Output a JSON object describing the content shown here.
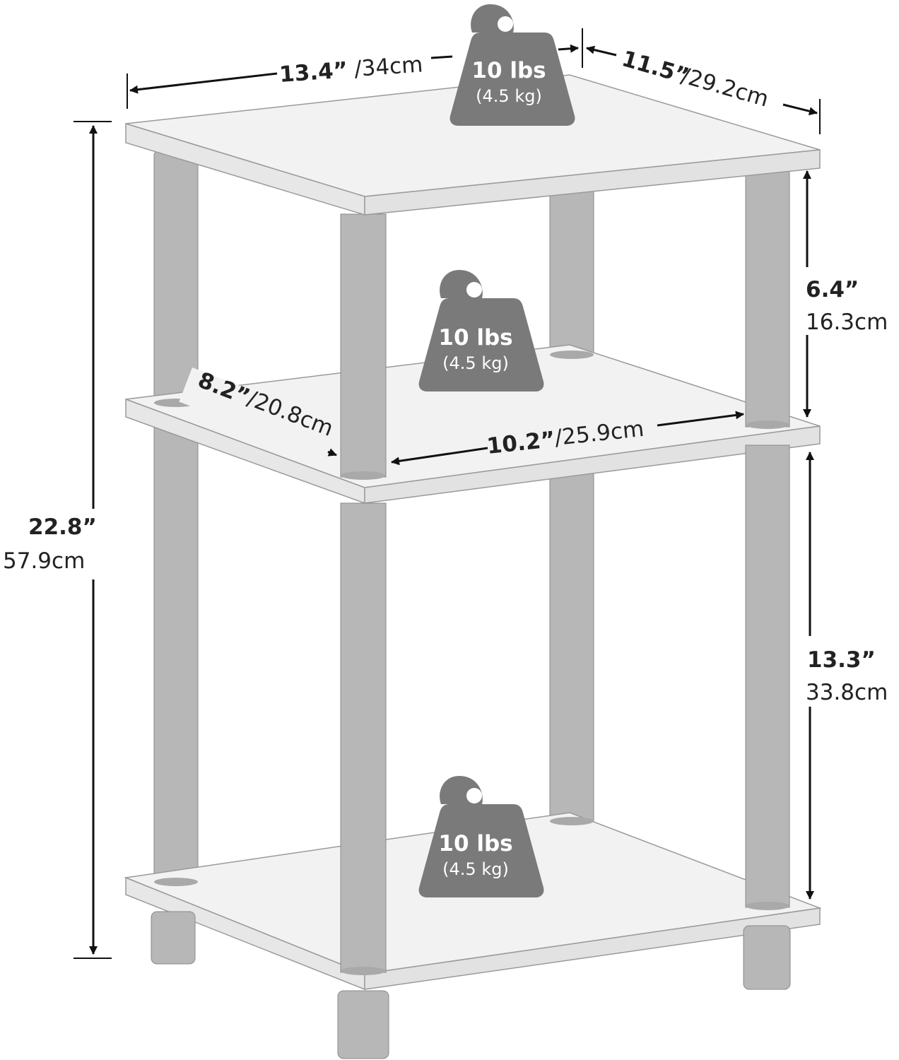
{
  "colors": {
    "shelf_top": "#f2f2f2",
    "shelf_edge": "#e7e7e7",
    "shelf_outline": "#9a9a9a",
    "post": "#b7b7b7",
    "post_outline": "#8a8a8a",
    "weight": "#7a7a7a",
    "line": "#111111"
  },
  "dimensions": {
    "width": {
      "inch": "13.4”",
      "cm": "/34cm"
    },
    "depth": {
      "inch": "11.5”",
      "cm": "/29.2cm"
    },
    "height_total": {
      "inch": "22.8”",
      "cm": "57.9cm"
    },
    "height_upper": {
      "inch": "6.4”",
      "cm": "16.3cm"
    },
    "height_lower": {
      "inch": "13.3”",
      "cm": "33.8cm"
    },
    "inner_depth": {
      "inch": "8.2”",
      "cm": "/20.8cm"
    },
    "inner_width": {
      "inch": "10.2”",
      "cm": "/25.9cm"
    }
  },
  "weights": [
    {
      "name": "top-shelf",
      "lbs": "10 lbs",
      "kg": "(4.5 kg)"
    },
    {
      "name": "middle-shelf",
      "lbs": "10 lbs",
      "kg": "(4.5 kg)"
    },
    {
      "name": "bottom-shelf",
      "lbs": "10 lbs",
      "kg": "(4.5 kg)"
    }
  ]
}
